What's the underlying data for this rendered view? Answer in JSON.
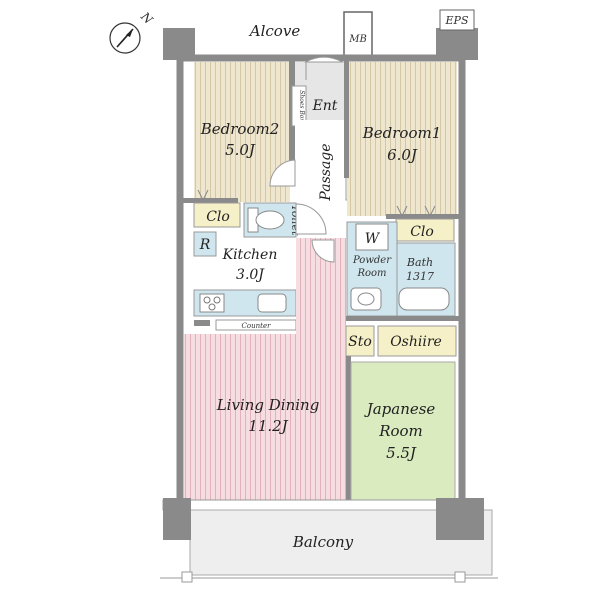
{
  "labels": {
    "alcove": "Alcove",
    "mb": "MB",
    "eps": "EPS",
    "north": "N",
    "ent": "Ent",
    "shoes_box": "Shoes Box",
    "bedroom2_name": "Bedroom2",
    "bedroom2_size": "5.0J",
    "bedroom1_name": "Bedroom1",
    "bedroom1_size": "6.0J",
    "passage": "Passage",
    "toilet": "Toilet",
    "clo_left": "Clo",
    "clo_right": "Clo",
    "w": "W",
    "r": "R",
    "kitchen_name": "Kitchen",
    "kitchen_size": "3.0J",
    "powder_room_1": "Powder",
    "powder_room_2": "Room",
    "bath_name": "Bath",
    "bath_size": "1317",
    "counter": "Counter",
    "sto": "Sto",
    "oshiire": "Oshiire",
    "living_name": "Living Dining",
    "living_size": "11.2J",
    "japanese_1": "Japanese",
    "japanese_2": "Room",
    "japanese_size": "5.5J",
    "balcony": "Balcony"
  },
  "colors": {
    "wall": "#8a8a8a",
    "bedroom_floor": "#efe6cf",
    "living_floor": "#f3d9de",
    "wet_area": "#cfe6ee",
    "storage": "#f6f0c8",
    "tatami": "#d9ebbf",
    "entrance": "#e6e6e6",
    "balcony": "#eeeeee"
  }
}
